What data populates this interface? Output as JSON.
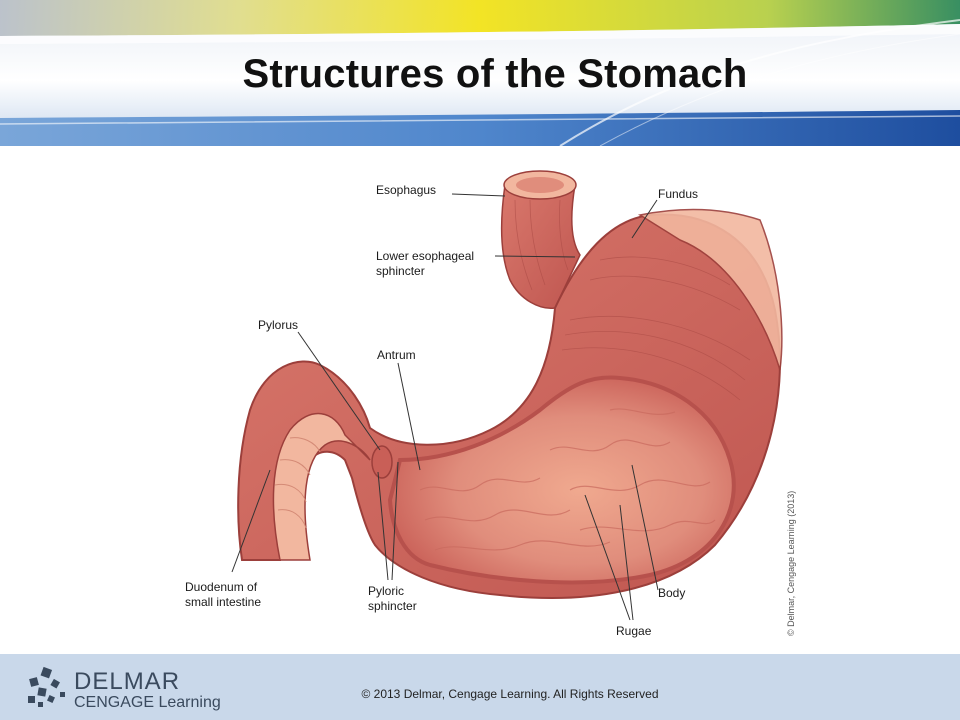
{
  "slide": {
    "title": "Structures of the Stomach"
  },
  "labels": {
    "esophagus": "Esophagus",
    "fundus": "Fundus",
    "les": "Lower esophageal\nsphincter",
    "pylorus": "Pylorus",
    "antrum": "Antrum",
    "duodenum": "Duodenum of\nsmall intestine",
    "pyloric_sphincter": "Pyloric\nsphincter",
    "body": "Body",
    "rugae": "Rugae"
  },
  "image_credit": "© Delmar, Cengage Learning (2013)",
  "footer": {
    "logo_primary": "DELMAR",
    "logo_secondary": "CENGAGE Learning",
    "copyright": "© 2013 Delmar, Cengage Learning. All Rights Reserved"
  },
  "colors": {
    "banner_yellow": "#f3e31a",
    "banner_blue": "#2a63b8",
    "tissue_dark": "#c95f57",
    "tissue_mid": "#e08d7c",
    "tissue_light": "#f2b79f",
    "footer_bg": "#c9d8ea"
  }
}
